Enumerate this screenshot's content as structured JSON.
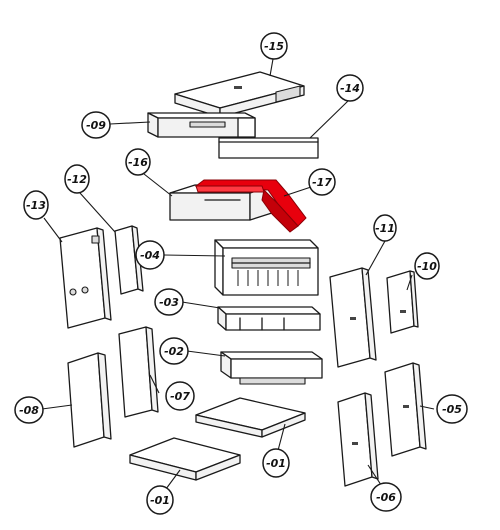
{
  "accent_color": "#e8000d",
  "labels": {
    "p15": "-15",
    "p14": "-14",
    "p09": "-09",
    "p12": "-12",
    "p16": "-16",
    "p17": "-17",
    "p13": "-13",
    "p04": "-04",
    "p11": "-11",
    "p10": "-10",
    "p03": "-03",
    "p02": "-02",
    "p08": "-08",
    "p07": "-07",
    "p05": "-05",
    "p01a": "-01",
    "p01b": "-01",
    "p06": "-06"
  }
}
